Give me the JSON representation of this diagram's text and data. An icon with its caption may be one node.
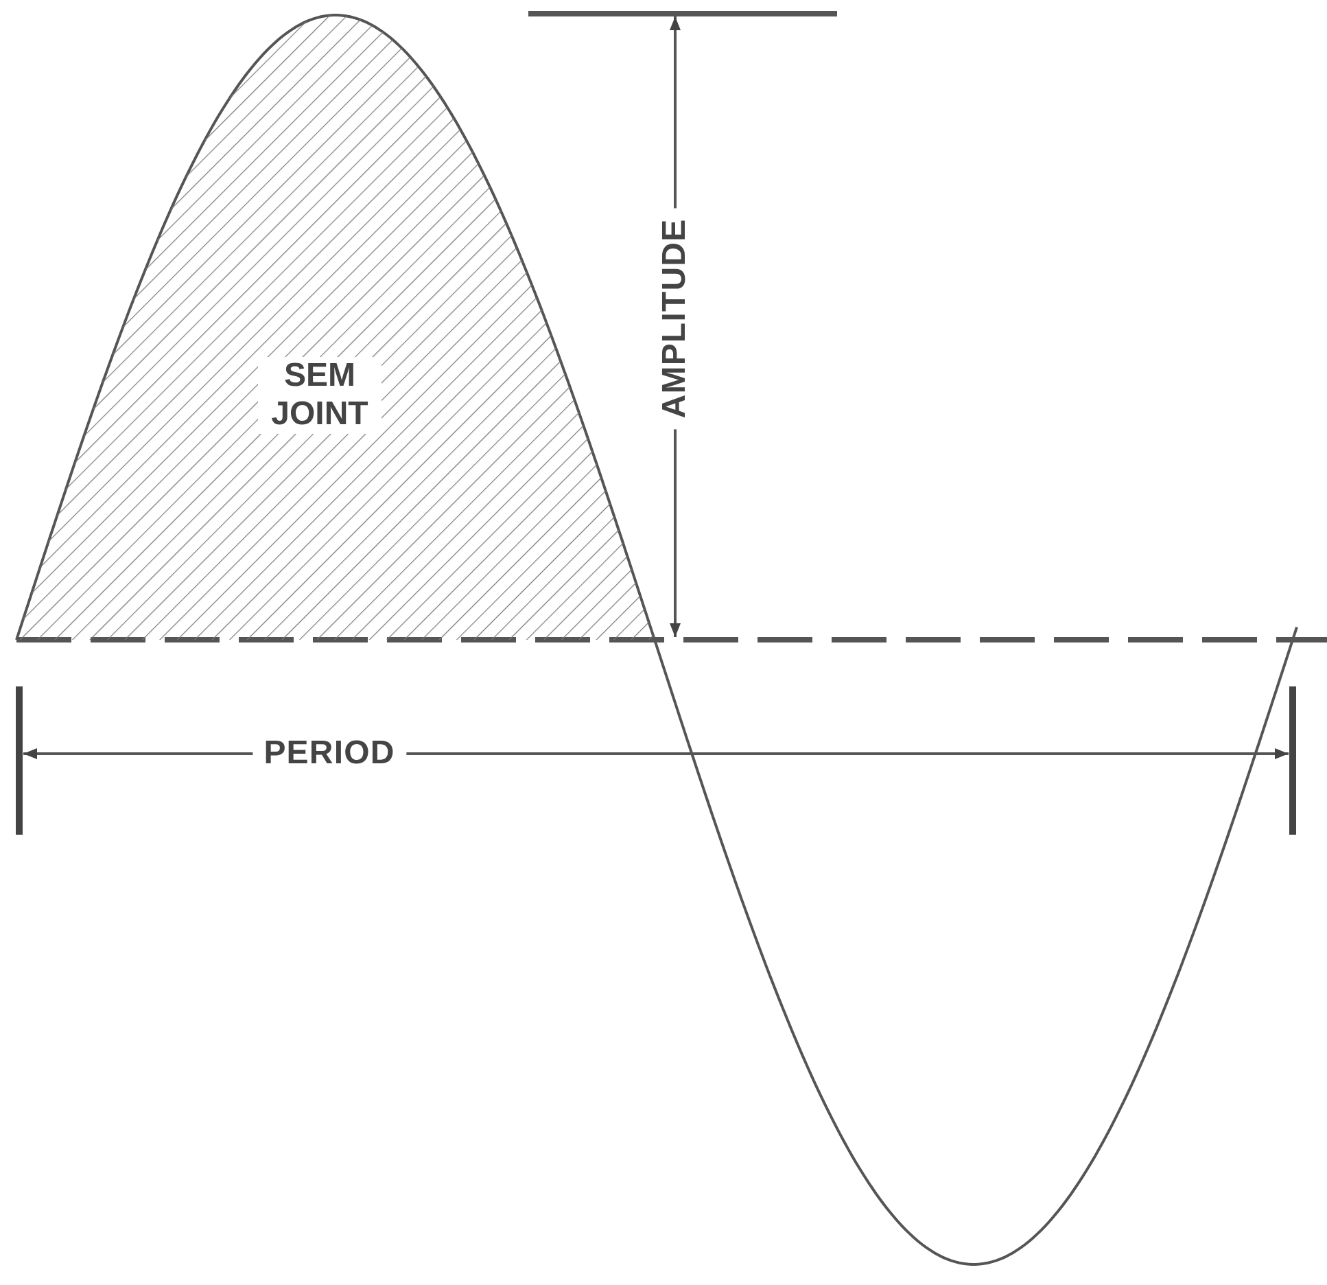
{
  "diagram": {
    "nodes": [
      {
        "text": [
          "SEM JOINT"
        ]
      }
    ],
    "labels": [
      "AMPLITUDE",
      "PERIOD"
    ]
  }
}
